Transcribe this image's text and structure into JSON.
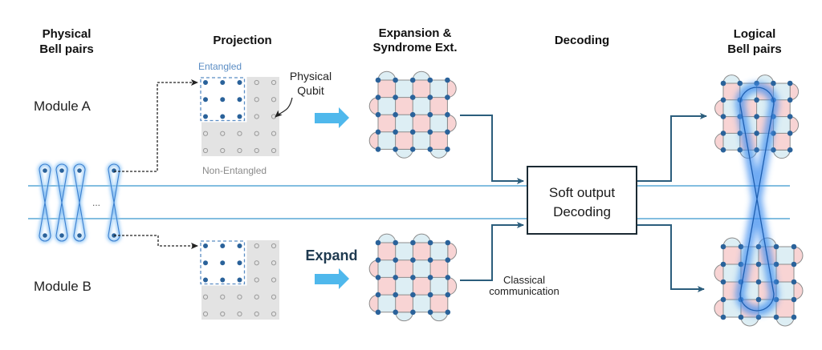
{
  "headers": {
    "physical_bell_pairs": [
      "Physical",
      "Bell pairs"
    ],
    "projection": "Projection",
    "expansion": [
      "Expansion &",
      "Syndrome Ext."
    ],
    "decoding": "Decoding",
    "logical_bell_pairs": [
      "Logical",
      "Bell pairs"
    ]
  },
  "modules": {
    "a": "Module A",
    "b": "Module B"
  },
  "projection": {
    "entangled_label": "Entangled",
    "non_entangled_label": "Non-Entangled",
    "physical_qubit_label": [
      "Physical",
      "Qubit"
    ],
    "grid_size": 5,
    "entangled_size": 3
  },
  "bell_pairs": {
    "visible_count": 4,
    "ellipsis": "..."
  },
  "expand_label": "Expand",
  "decoder": {
    "label": [
      "Soft output",
      "Decoding"
    ]
  },
  "classical_label": [
    "Classical",
    "communication"
  ],
  "surface_code": {
    "data_qubits_per_side": 5,
    "boundary": {
      "top_cols": [
        0,
        2
      ],
      "bottom_cols": [
        1,
        3
      ],
      "left_rows": [
        1,
        3
      ],
      "right_rows": [
        0,
        2
      ]
    }
  },
  "colors": {
    "plaquette_pink": "#f8d4d4",
    "plaquette_blue": "#ddeef4",
    "qubit_dot": "#2a629a",
    "grid_line": "#8c8c8c",
    "channel_line": "#5aa9d6",
    "flow_arrow": "#2b5d7c",
    "expand_arrow": "#4fb8ec",
    "entangled_text": "#5b8dc4",
    "non_entangled_text": "#8a8a8a",
    "glow": "#3f8ff0",
    "decoder_border": "#1b2a33"
  }
}
